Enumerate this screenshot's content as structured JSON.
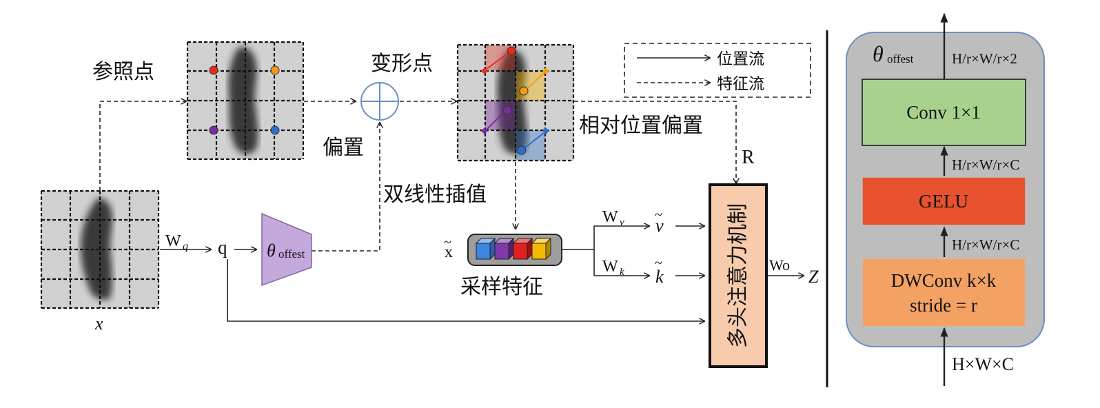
{
  "labels": {
    "reference_points": "参照点",
    "deformed_points": "变形点",
    "offset": "偏置",
    "relative_position_bias": "相对位置偏置",
    "bilinear_interpolation": "双线性插值",
    "sampled_features": "采样特征",
    "input_x": "x",
    "wq": "W",
    "wq_sub": "q",
    "q": "q",
    "theta": "θ",
    "theta_sub": "offest",
    "x_tilde": "x",
    "wv": "W",
    "wv_sub": "v",
    "wk": "W",
    "wk_sub": "k",
    "v_tilde": "v",
    "k_tilde": "k",
    "tilde": "~",
    "r": "R",
    "wo": "Wo",
    "z": "Z",
    "attention": "多头注意力机制"
  },
  "legend": {
    "position_flow": "位置流",
    "feature_flow": "特征流"
  },
  "offset_network": {
    "theta": "θ",
    "theta_sub": "offest",
    "output_dim": "H/r×W/r×2",
    "conv1x1": "Conv 1×1",
    "dim_after_gelu": "H/r×W/r×C",
    "gelu": "GELU",
    "dim_after_dwconv": "H/r×W/r×C",
    "dwconv_line1": "DWConv k×k",
    "dwconv_line2": "stride = r",
    "input_dim": "H×W×C"
  },
  "colors": {
    "attention_fill": "#f8cbad",
    "theta_fill": "#c5a8dc",
    "conv_fill": "#a9d18e",
    "gelu_fill": "#e8522f",
    "dwconv_fill": "#f4a264",
    "panel_fill": "#bdbdbd",
    "panel_stroke": "#6b8fc0",
    "point_red": "#e52b1e",
    "point_orange": "#f59b12",
    "point_purple": "#7b2c9e",
    "point_blue": "#2f6fc9",
    "cube_blue": "#3d85e0",
    "cube_purple": "#7e3aa8",
    "cube_red": "#e02020",
    "cube_yellow": "#f5b800"
  }
}
